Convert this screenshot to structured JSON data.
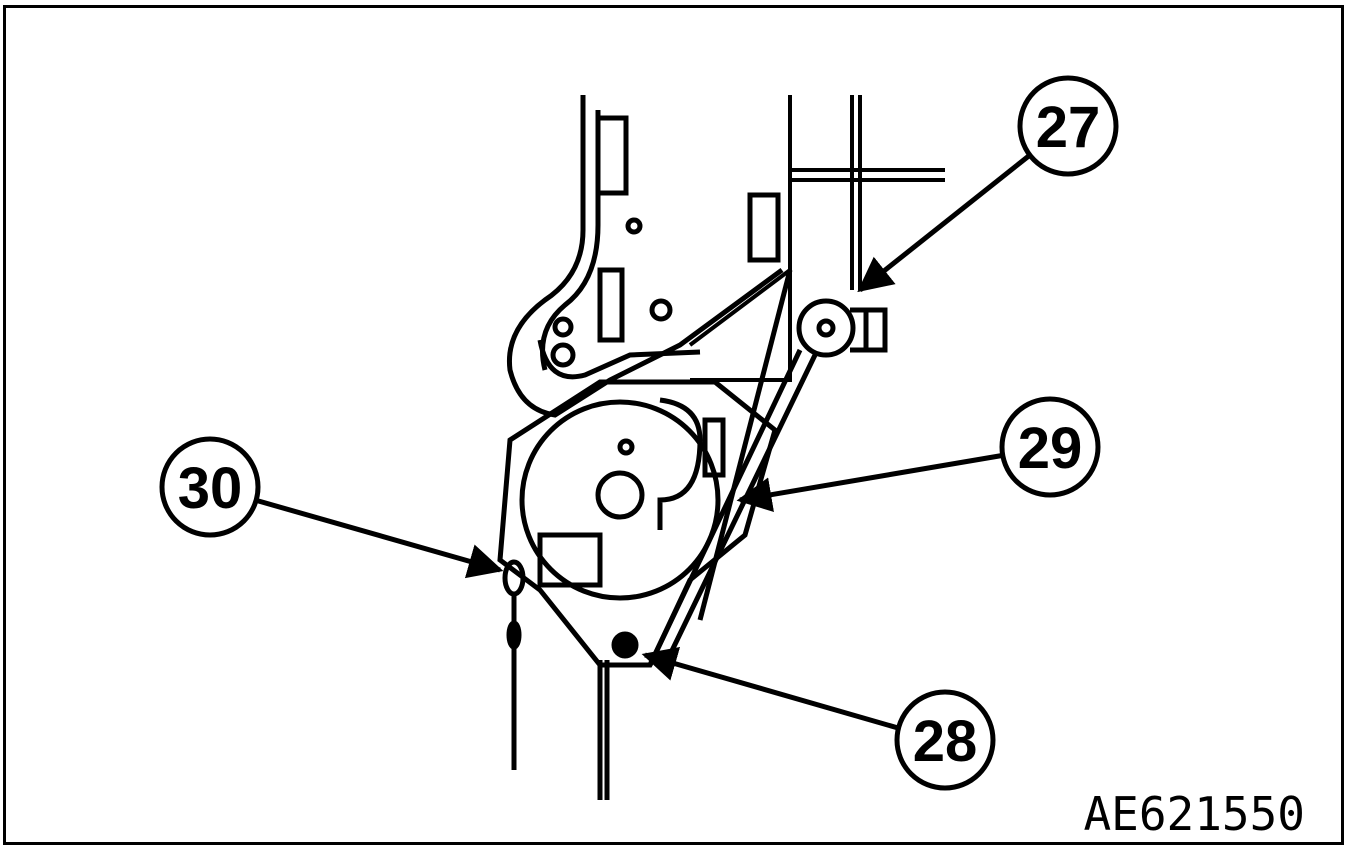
{
  "figure": {
    "reference_code": "AE621550"
  },
  "callouts": [
    {
      "id": "27",
      "label": "27"
    },
    {
      "id": "28",
      "label": "28"
    },
    {
      "id": "29",
      "label": "29"
    },
    {
      "id": "30",
      "label": "30"
    }
  ]
}
